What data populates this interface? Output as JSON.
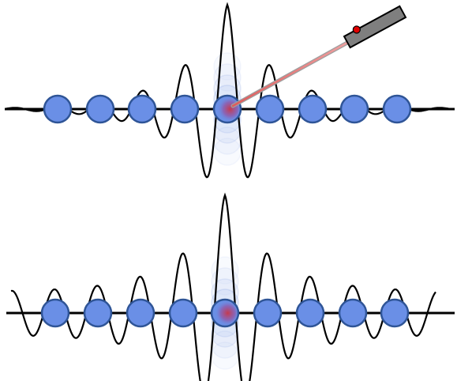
{
  "colors": {
    "background": "#ffffff",
    "atom_fill": "#6a8fe6",
    "atom_stroke": "#2f5597",
    "ghost_fill": "#c9d6f4",
    "line": "#000000",
    "laser_body": "#7f7f7f",
    "laser_dot": "#e00000",
    "beam": "#e87a7a",
    "excited_center": "#c53a4f"
  },
  "icons": {
    "laser_pointer": "laser-pointer-icon",
    "atom": "atom-circle-icon"
  },
  "panels": [
    {
      "name": "top-panel",
      "atom_count": 9,
      "excited_atom_index": 4,
      "has_laser": true,
      "wave_shape": "localized-decaying"
    },
    {
      "name": "bottom-panel",
      "atom_count": 9,
      "excited_atom_index": 4,
      "has_laser": false,
      "wave_shape": "extended-oscillating"
    }
  ]
}
